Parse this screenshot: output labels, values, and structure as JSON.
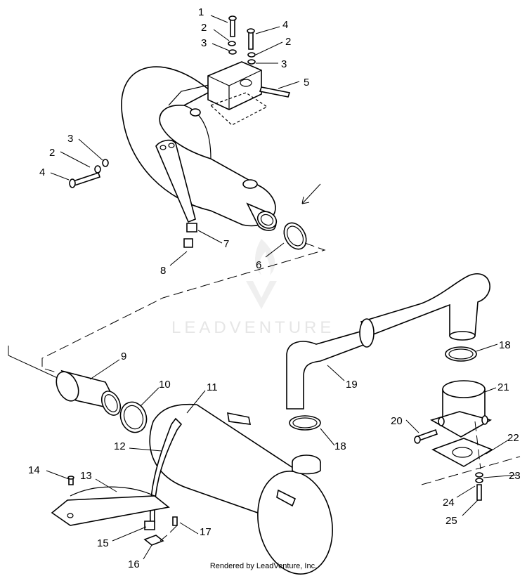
{
  "watermark": "LEADVENTURE",
  "footer": "Rendered by LeadVenture, Inc.",
  "callouts": {
    "c1": "1",
    "c2a": "2",
    "c3a": "3",
    "c4a": "4",
    "c2b": "2",
    "c3b": "3",
    "c5": "5",
    "c3c": "3",
    "c2c": "2",
    "c4b": "4",
    "c7": "7",
    "c6": "6",
    "c8": "8",
    "c9": "9",
    "c10": "10",
    "c11": "11",
    "c12": "12",
    "c13": "13",
    "c14": "14",
    "c15": "15",
    "c16": "16",
    "c17": "17",
    "c18a": "18",
    "c18b": "18",
    "c19": "19",
    "c20": "20",
    "c21": "21",
    "c22": "22",
    "c23": "23",
    "c24": "24",
    "c25": "25"
  }
}
